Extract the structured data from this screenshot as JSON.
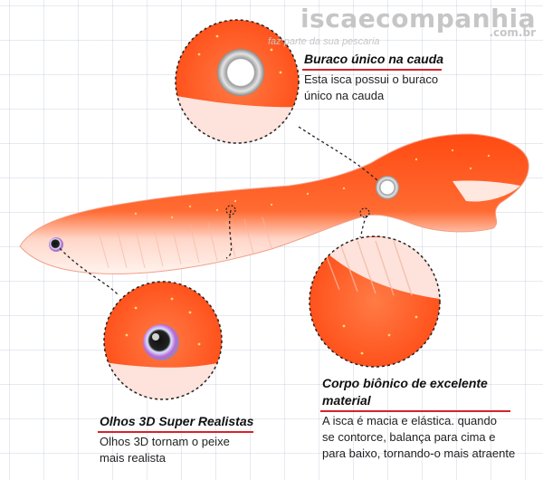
{
  "watermark": {
    "brand": "iscaecompanhia",
    "domain": ".com.br",
    "slogan": "faz parte da sua pescaria"
  },
  "callouts": {
    "tail_hole": {
      "title": "Buraco único na cauda",
      "text_lines": [
        "Esta isca possui o buraco",
        "único na cauda"
      ]
    },
    "body": {
      "title_lines": [
        "Corpo biônico de excelente",
        "material"
      ],
      "text_lines": [
        "A isca é macia e elástica. quando",
        "se contorce, balança para cima e",
        "para baixo, tornando-o mais atraente"
      ]
    },
    "eyes": {
      "title": "Olhos 3D Super Realistas",
      "text_lines": [
        "Olhos 3D tornam o peixe",
        "mais realista"
      ]
    }
  },
  "colors": {
    "lure_orange": "#ff5a1f",
    "lure_belly": "#fde3dc",
    "accent_red": "#d6232a"
  }
}
